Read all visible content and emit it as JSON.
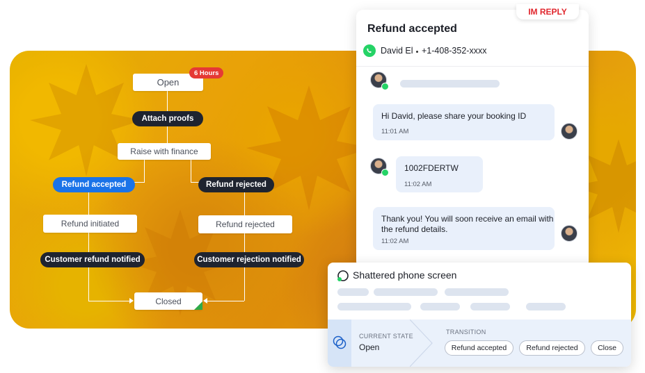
{
  "flow": {
    "open": "Open",
    "open_badge": "6 Hours",
    "attach_proofs": "Attach proofs",
    "raise_finance": "Raise with finance",
    "refund_accepted": "Refund accepted",
    "refund_rejected": "Refund rejected",
    "refund_initiated": "Refund initiated",
    "refund_rejected_node": "Refund rejected",
    "customer_refund_notified": "Customer refund notified",
    "customer_rejection_notified": "Customer rejection notified",
    "closed": "Closed"
  },
  "chat": {
    "badge": "IM REPLY",
    "title": "Refund accepted",
    "contact_name": "David El",
    "contact_phone": "+1-408-352-xxxx",
    "messages": [
      {
        "text": "Hi David, please share your booking ID",
        "time": "11:01 AM"
      },
      {
        "text": "1002FDERTW",
        "time": "11:02 AM"
      },
      {
        "text_line1": "Thank you! You will soon receive an email with",
        "text_line2": "the refund details.",
        "time": "11:02 AM"
      }
    ]
  },
  "ticket": {
    "title": "Shattered phone screen",
    "current_state_label": "CURRENT STATE",
    "current_state_value": "Open",
    "transition_label": "TRANSITION",
    "transitions": [
      "Refund accepted",
      "Refund rejected",
      "Close"
    ]
  },
  "colors": {
    "accent_blue": "#1a73e8",
    "alert_red": "#e53935",
    "whatsapp_green": "#25d366",
    "pill_dark": "#1f2430",
    "bubble_bg": "#e9f0fb"
  },
  "icons": [
    "whatsapp-icon",
    "maple-leaf-icon",
    "transition-state-icon"
  ]
}
